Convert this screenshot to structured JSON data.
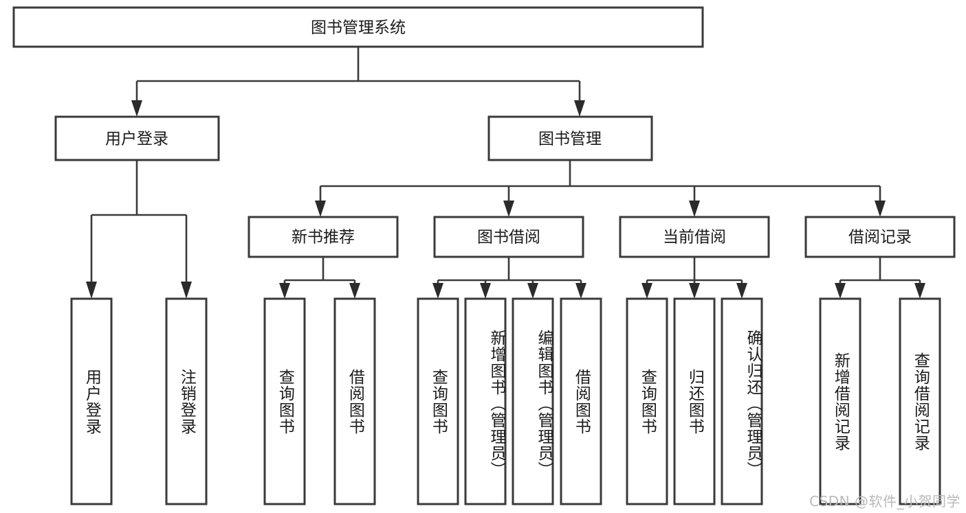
{
  "diagram": {
    "type": "tree",
    "title": "图书管理系统",
    "watermark": "CSDN @软件_小贺同学",
    "colors": {
      "box_stroke": "#3a3a3a",
      "box_fill": "#ffffff",
      "connector": "#3a3a3a",
      "text": "#1a1a1a",
      "watermark": "#b9b9b9",
      "background": "#ffffff"
    },
    "root": {
      "label": "图书管理系统"
    },
    "level1": [
      {
        "label": "用户登录"
      },
      {
        "label": "图书管理"
      }
    ],
    "level2": [
      {
        "label": "新书推荐"
      },
      {
        "label": "图书借阅"
      },
      {
        "label": "当前借阅"
      },
      {
        "label": "借阅记录"
      }
    ],
    "leaves": {
      "user_login": [
        {
          "label": "用户登录"
        },
        {
          "label": "注销登录"
        }
      ],
      "new_book": [
        {
          "label": "查询图书"
        },
        {
          "label": "借阅图书"
        }
      ],
      "book_borrow": [
        {
          "label": "查询图书"
        },
        {
          "label": "新增图书（管理员）"
        },
        {
          "label": "编辑图书（管理员）"
        },
        {
          "label": "借阅图书"
        }
      ],
      "current_borrow": [
        {
          "label": "查询图书"
        },
        {
          "label": "归还图书"
        },
        {
          "label": "确认归还（管理员）"
        }
      ],
      "borrow_record": [
        {
          "label": "新增借阅记录"
        },
        {
          "label": "查询借阅记录"
        }
      ]
    }
  }
}
